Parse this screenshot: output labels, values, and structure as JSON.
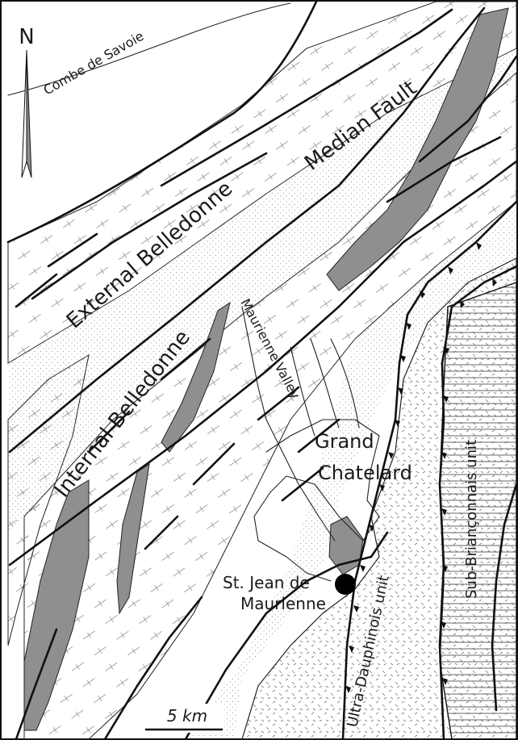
{
  "north_label": "N",
  "labels": {
    "combe_de_savoie": "Combe de Savoie",
    "median_fault": "Median Fault",
    "external_belledonne": "External Belledonne",
    "internal_belledonne": "Internal Belledonne",
    "maurienne_valley": "Maurienne Valley",
    "grand": "Grand",
    "chatelard": "Chatelard",
    "st_jean_line1": "St. Jean de",
    "st_jean_line2": "Maurienne",
    "ultra_dauphinois": "Ultra-Dauphinois unit",
    "sub_brianconnais": "Sub-Briançonnais unit"
  },
  "scale_bar": {
    "label": "5 km"
  },
  "colors": {
    "outline": "#111111",
    "grey_unit": "#8f8f8f",
    "stipple": "#9a9a9a",
    "dash_pattern": "#777777",
    "town_marker": "#000000"
  }
}
